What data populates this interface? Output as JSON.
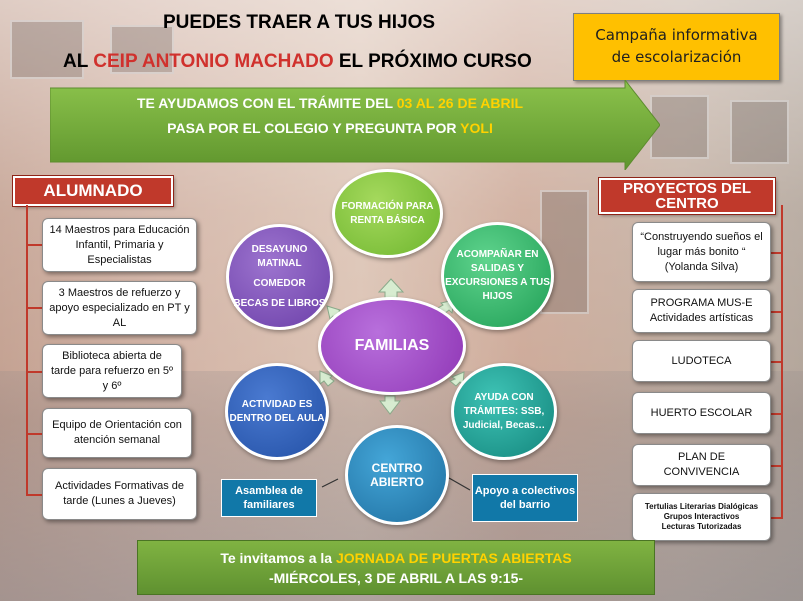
{
  "title": {
    "line1": "PUEDES TRAER A TUS HIJOS",
    "line2_prefix": "AL ",
    "line2_school": "CEIP ANTONIO MACHADO",
    "line2_suffix": " EL PRÓXIMO CURSO"
  },
  "campaign": {
    "line1": "Campaña informativa",
    "line2": "de escolarización"
  },
  "banner": {
    "line1_prefix": "TE AYUDAMOS CON EL TRÁMITE DEL ",
    "line1_dates": "03 AL 26 DE ABRIL",
    "line2_prefix": "PASA POR EL COLEGIO Y PREGUNTA POR ",
    "line2_name": "YOLI"
  },
  "alumnado": {
    "heading": "ALUMNADO",
    "items": [
      "14 Maestros para Educación Infantil, Primaria y Especialistas",
      "3 Maestros de refuerzo y apoyo especializado en PT y AL",
      "Biblioteca abierta de tarde para refuerzo en 5º y 6º",
      "Equipo de Orientación con atención semanal",
      "Actividades Formativas de tarde (Lunes a Jueves)"
    ]
  },
  "proyectos": {
    "heading": "PROYECTOS DEL CENTRO",
    "item0_quote": "“Construyendo sueños el lugar más bonito “",
    "item0_author": "(Yolanda Silva)",
    "item1_line1": "PROGRAMA MUS-E",
    "item1_line2": "Actividades artísticas",
    "item2": "LUDOTECA",
    "item3": "HUERTO ESCOLAR",
    "item4": "PLAN DE CONVIVENCIA",
    "item5_line1": "Tertulias Literarias Dialógicas",
    "item5_line2": "Grupos Interactivos",
    "item5_line3": "Lecturas Tutorizadas"
  },
  "circles": {
    "center": "FAMILIAS",
    "formacion": "FORMACIÓN PARA RENTA BÁSICA",
    "acompanar": "ACOMPAÑAR EN SALIDAS Y EXCURSIONES A TUS HIJOS",
    "desayuno_1": "DESAYUNO MATINAL",
    "desayuno_2": "COMEDOR",
    "desayuno_3": "BECAS DE LIBROS",
    "actividad": "ACTIVIDAD ES DENTRO DEL AULA",
    "tramites": "AYUDA CON TRÁMITES: SSB, Judicial, Becas…",
    "centro": "CENTRO ABIERTO"
  },
  "tags": {
    "asamblea": "Asamblea de familiares",
    "apoyo": "Apoyo a colectivos del barrio"
  },
  "bottom": {
    "line1_prefix": "Te invitamos a la ",
    "line1_event": "JORNADA DE PUERTAS ABIERTAS",
    "line2": "-MIÉRCOLES, 3 DE ABRIL A LAS 9:15-"
  },
  "colors": {
    "accent_red": "#c0392b",
    "highlight_red": "#d0312d",
    "highlight_yellow": "#ffd200",
    "campaign_orange": "#ffc000",
    "arrow_green": "#74ab3a",
    "tag_blue": "#1178a8"
  }
}
